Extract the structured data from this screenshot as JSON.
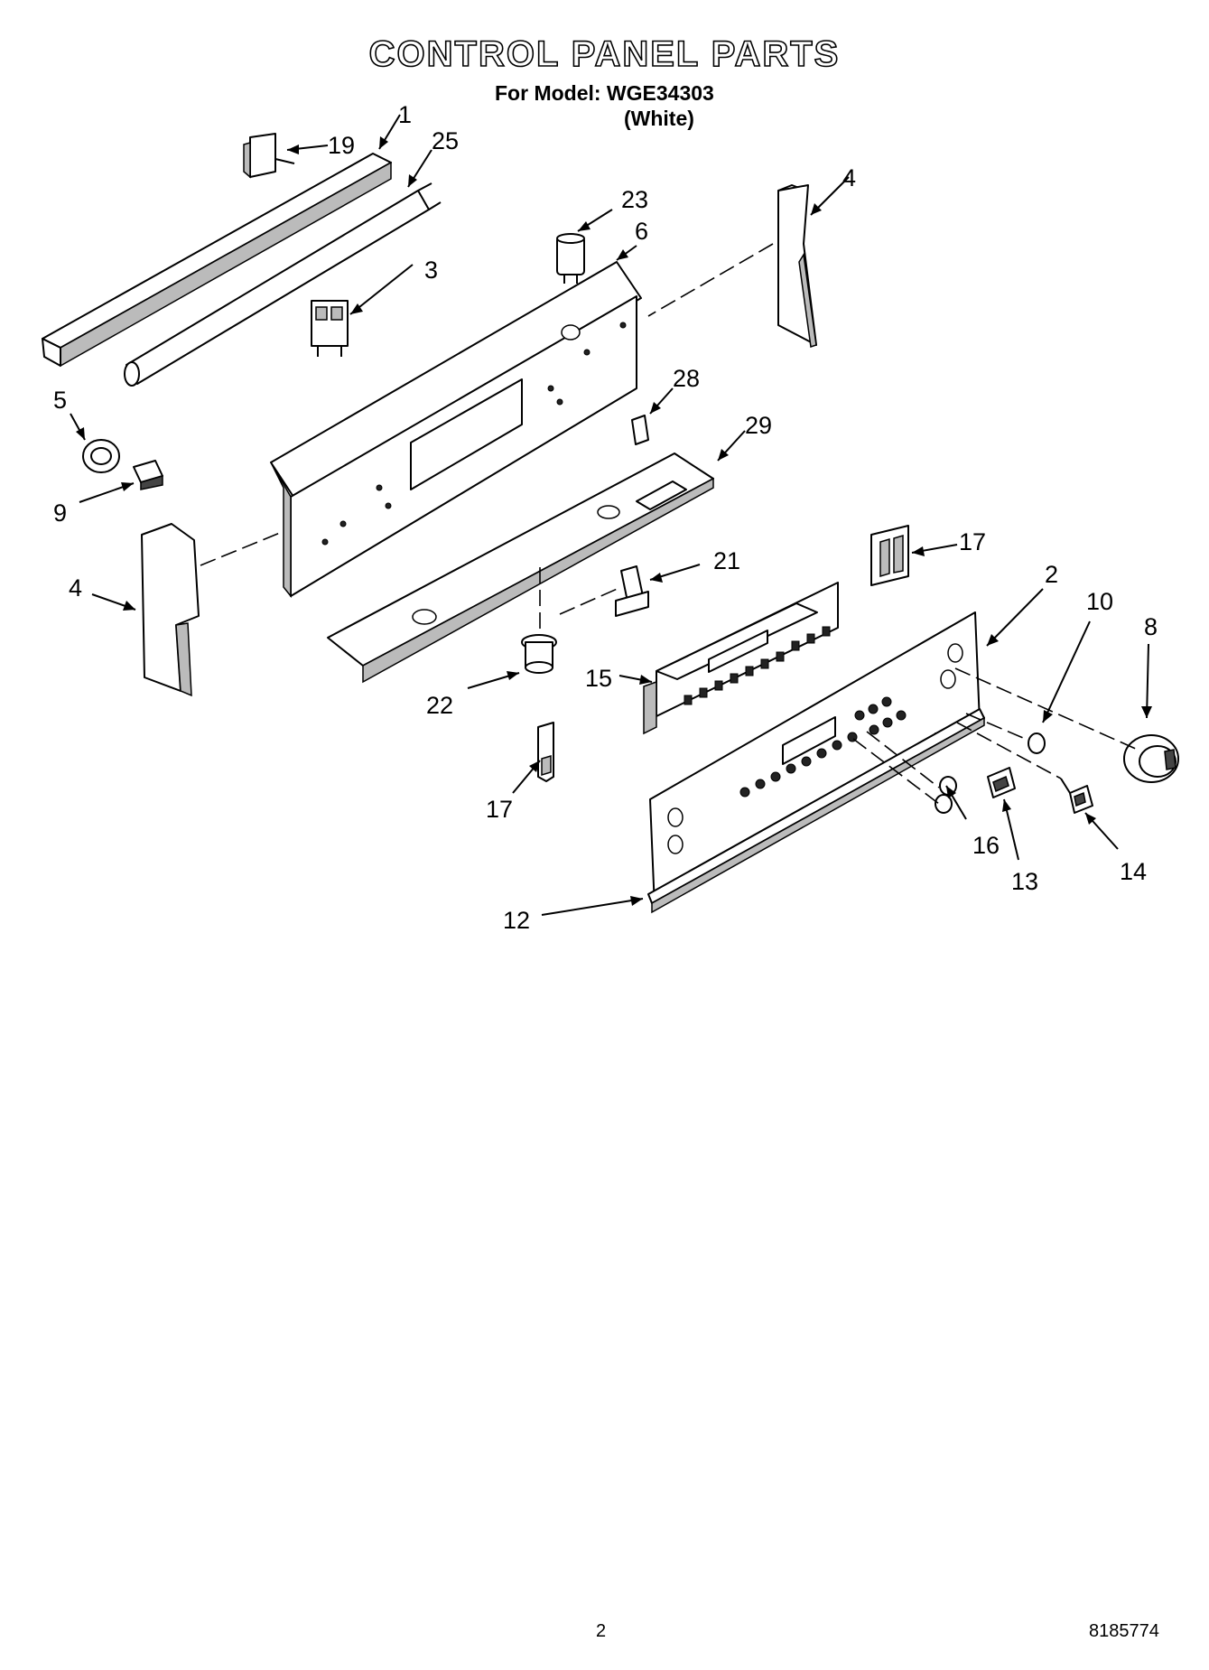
{
  "header": {
    "title": "CONTROL PANEL PARTS",
    "model_line": "For Model: WGE34303",
    "variant": "(White)"
  },
  "footer": {
    "page_number": "2",
    "document_number": "8185774"
  },
  "callouts": {
    "p1": "1",
    "p25": "25",
    "p19": "19",
    "p23": "23",
    "p6": "6",
    "p4_right": "4",
    "p3": "3",
    "p5": "5",
    "p28": "28",
    "p29": "29",
    "p9": "9",
    "p4_left": "4",
    "p17_top": "17",
    "p21": "21",
    "p2": "2",
    "p10": "10",
    "p8": "8",
    "p15": "15",
    "p22": "22",
    "p17_bottom": "17",
    "p16": "16",
    "p13": "13",
    "p14": "14",
    "p12": "12"
  },
  "colors": {
    "ink": "#000000",
    "paper": "#ffffff",
    "shading": "#bbbbbb"
  }
}
